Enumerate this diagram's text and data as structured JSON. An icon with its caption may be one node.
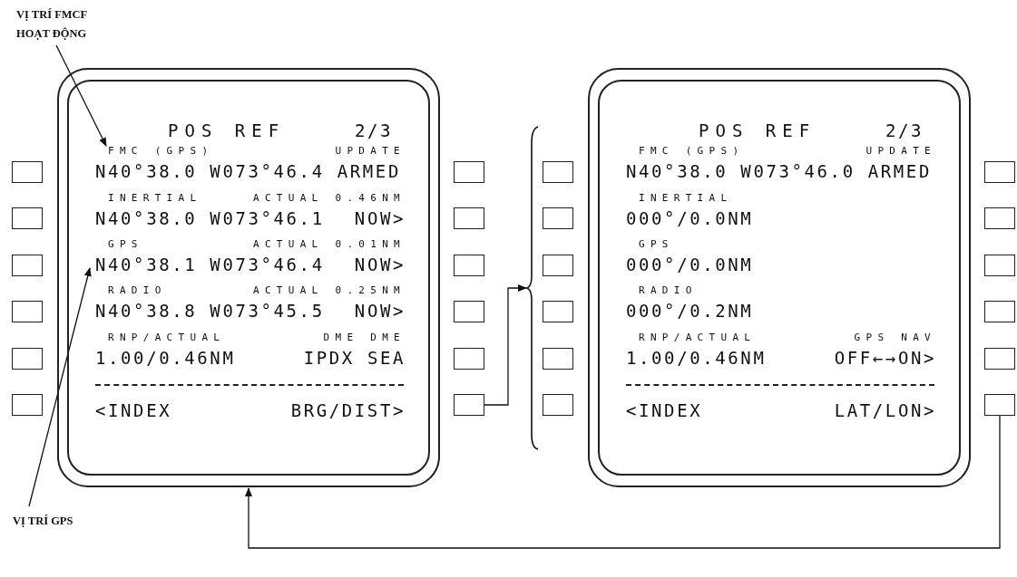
{
  "diagram": {
    "nodes": [
      {
        "text": [
          "VỊ TRÍ FMCF HOẠT ĐỘNG"
        ]
      },
      {
        "text": [
          "POS REF",
          "2/3",
          "FMC (GPS)",
          "UPDATE",
          "N40°38.0 W073°46.4 ARMED",
          "INERTIAL",
          "ACTUAL 0.46NM",
          "N40°38.0 W073°46.1",
          "NOW>",
          "GPS",
          "ACTUAL 0.01NM",
          "N40°38.1 W073°46.4",
          "NOW>",
          "RADIO",
          "ACTUAL 0.25NM",
          "N40°38.8 W073°45.5",
          "NOW>",
          "RNP/ACTUAL",
          "DME DME",
          "1.00/0.46NM",
          "IPDX SEA",
          "<INDEX",
          "BRG/DIST>"
        ]
      },
      {
        "text": [
          "POS REF",
          "2/3",
          "FMC (GPS)",
          "UPDATE",
          "N40°38.0 W073°46.0 ARMED",
          "INERTIAL",
          "000°/0.0NM",
          "GPS",
          "000°/0.0NM",
          "RADIO",
          "000°/0.2NM",
          "RNP/ACTUAL",
          "GPS NAV",
          "1.00/0.46NM",
          "OFF←→ON>",
          "<INDEX",
          "LAT/LON>"
        ]
      },
      {
        "text": [],
        "shape": "box"
      },
      {
        "text": [],
        "shape": "box"
      },
      {
        "text": [],
        "shape": "box"
      },
      {
        "text": [],
        "shape": "box"
      },
      {
        "text": [],
        "shape": "box"
      },
      {
        "text": [],
        "shape": "box"
      },
      {
        "text": [],
        "shape": "box"
      },
      {
        "text": [],
        "shape": "box"
      },
      {
        "text": [],
        "shape": "box"
      },
      {
        "text": [],
        "shape": "box"
      },
      {
        "text": [],
        "shape": "box"
      },
      {
        "text": [],
        "shape": "box"
      },
      {
        "text": [],
        "shape": "box"
      },
      {
        "text": [],
        "shape": "box"
      },
      {
        "text": [],
        "shape": "box"
      },
      {
        "text": [],
        "shape": "box"
      },
      {
        "text": [],
        "shape": "box"
      },
      {
        "text": [],
        "shape": "box"
      },
      {
        "text": [],
        "shape": "box"
      },
      {
        "text": [],
        "shape": "box"
      },
      {
        "text": [],
        "shape": "box"
      },
      {
        "text": [],
        "shape": "box"
      },
      {
        "text": [],
        "shape": "box"
      },
      {
        "text": [],
        "shape": "box"
      },
      {
        "text": [
          "VỊ TRÍ GPS"
        ]
      },
      {
        "text": [],
        "shape": "bracket"
      }
    ],
    "edges": [
      {
        "from": 0,
        "to": 1,
        "arrow": "to"
      },
      {
        "from": 27,
        "to": 1,
        "arrow": "to"
      },
      {
        "from": 14,
        "to": 28,
        "arrow": "to"
      },
      {
        "from": 26,
        "to": 1,
        "arrow": "to"
      }
    ]
  }
}
